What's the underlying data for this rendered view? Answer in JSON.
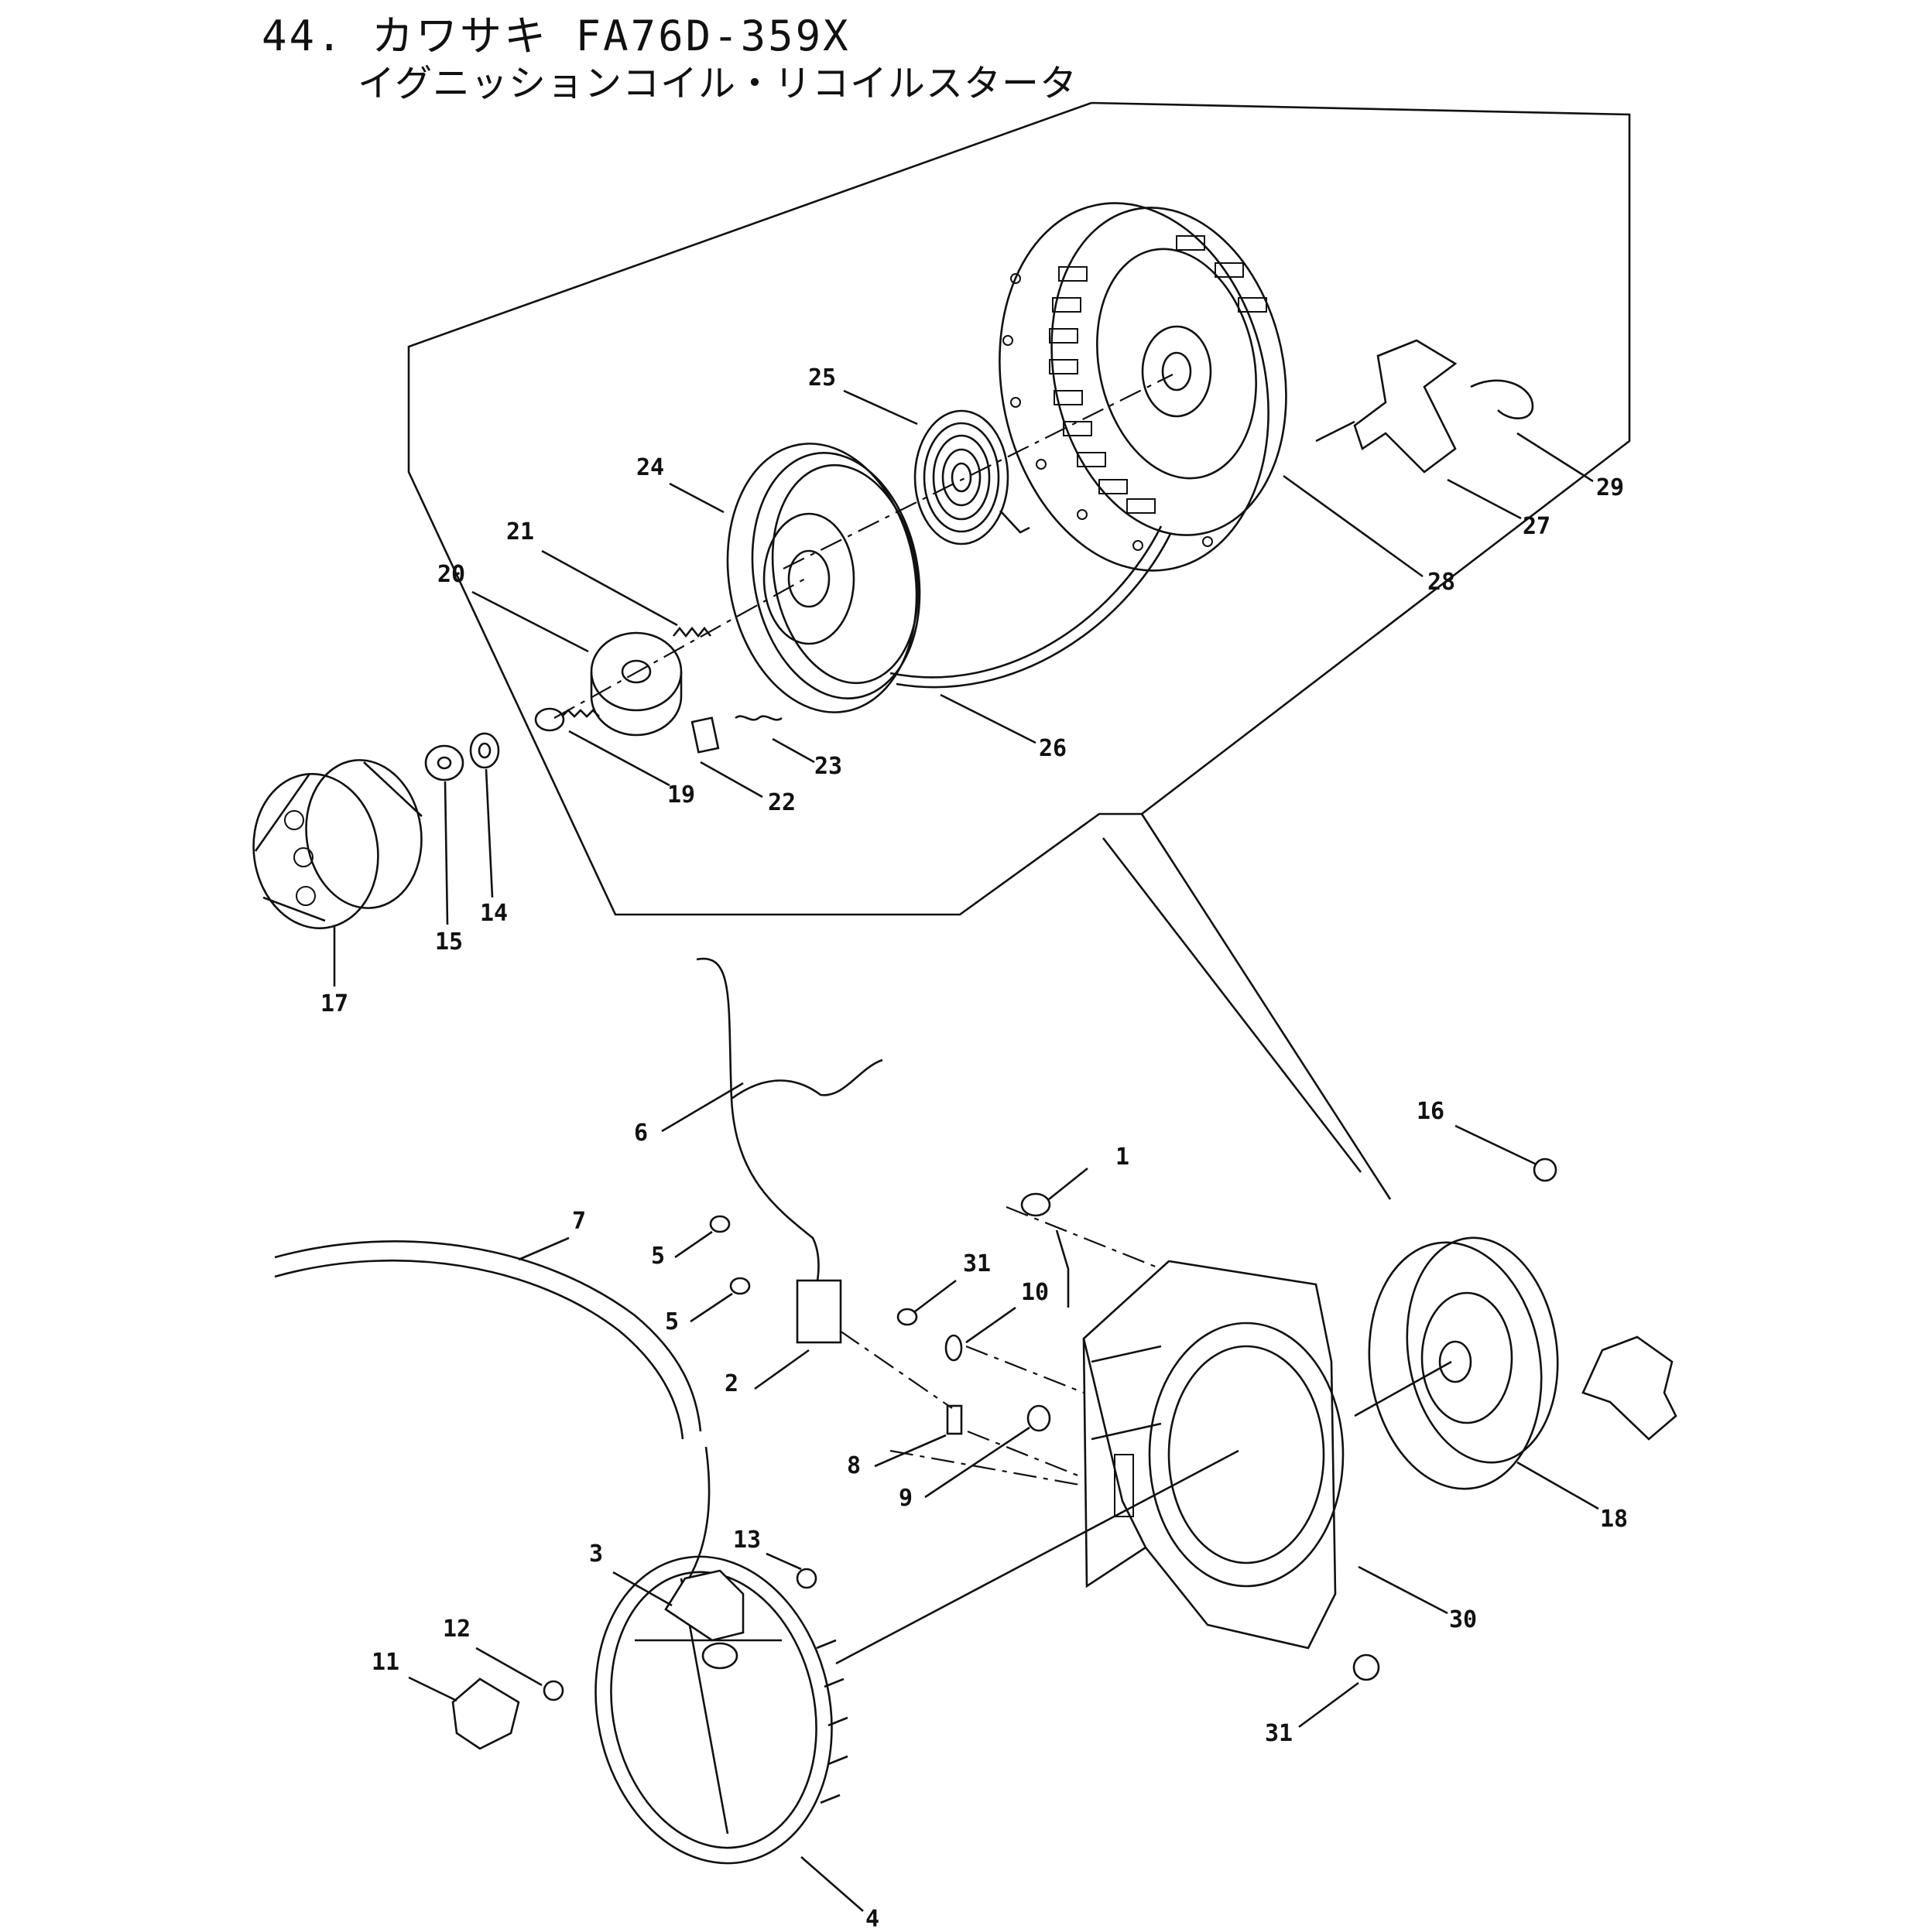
{
  "header": {
    "title_line1": "44. カワサキ FA76D-359X",
    "title_line2": "イグニッションコイル・リコイルスタータ"
  },
  "callouts": [
    "1",
    "2",
    "3",
    "4",
    "5",
    "5",
    "6",
    "7",
    "8",
    "9",
    "10",
    "11",
    "12",
    "13",
    "14",
    "15",
    "16",
    "17",
    "18",
    "19",
    "20",
    "21",
    "22",
    "23",
    "24",
    "25",
    "26",
    "27",
    "28",
    "29",
    "30",
    "31",
    "31"
  ]
}
